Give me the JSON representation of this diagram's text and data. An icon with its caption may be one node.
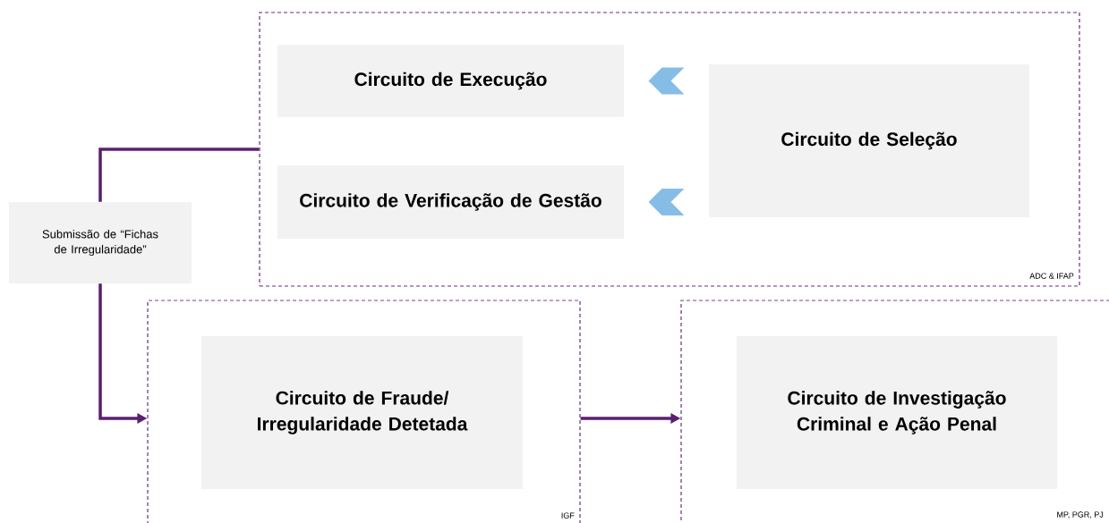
{
  "diagram": {
    "nodes": [
      {
        "text": [
          "ADC & IFAP"
        ]
      },
      {
        "text": [
          "Circuito de Execução"
        ],
        "in": 0
      },
      {
        "text": [
          "Circuito de Verificação de Gestão"
        ],
        "in": 0
      },
      {
        "text": [
          "Circuito de Seleção"
        ],
        "in": 0
      },
      {
        "text": [
          "Submissão de “Fichas de Irregularidade”"
        ]
      },
      {
        "text": [
          "IGF"
        ]
      },
      {
        "text": [
          "Circuito de Fraude/ Irregularidade Detetada"
        ],
        "in": 5
      },
      {
        "text": [
          "MP, PGR, PJ"
        ]
      },
      {
        "text": [
          "Circuito de Investigação Criminal e Ação Penal"
        ],
        "in": 7
      }
    ],
    "edges": [
      {
        "from": 3,
        "to": 1,
        "arrow": "to",
        "style": "thick",
        "color": "#85bde6"
      },
      {
        "from": 3,
        "to": 2,
        "arrow": "to",
        "style": "thick",
        "color": "#85bde6"
      },
      {
        "from": 4,
        "to": 0,
        "arrow": "none"
      },
      {
        "from": 4,
        "to": 5,
        "arrow": "to"
      },
      {
        "from": 5,
        "to": 7,
        "arrow": "to"
      }
    ]
  }
}
